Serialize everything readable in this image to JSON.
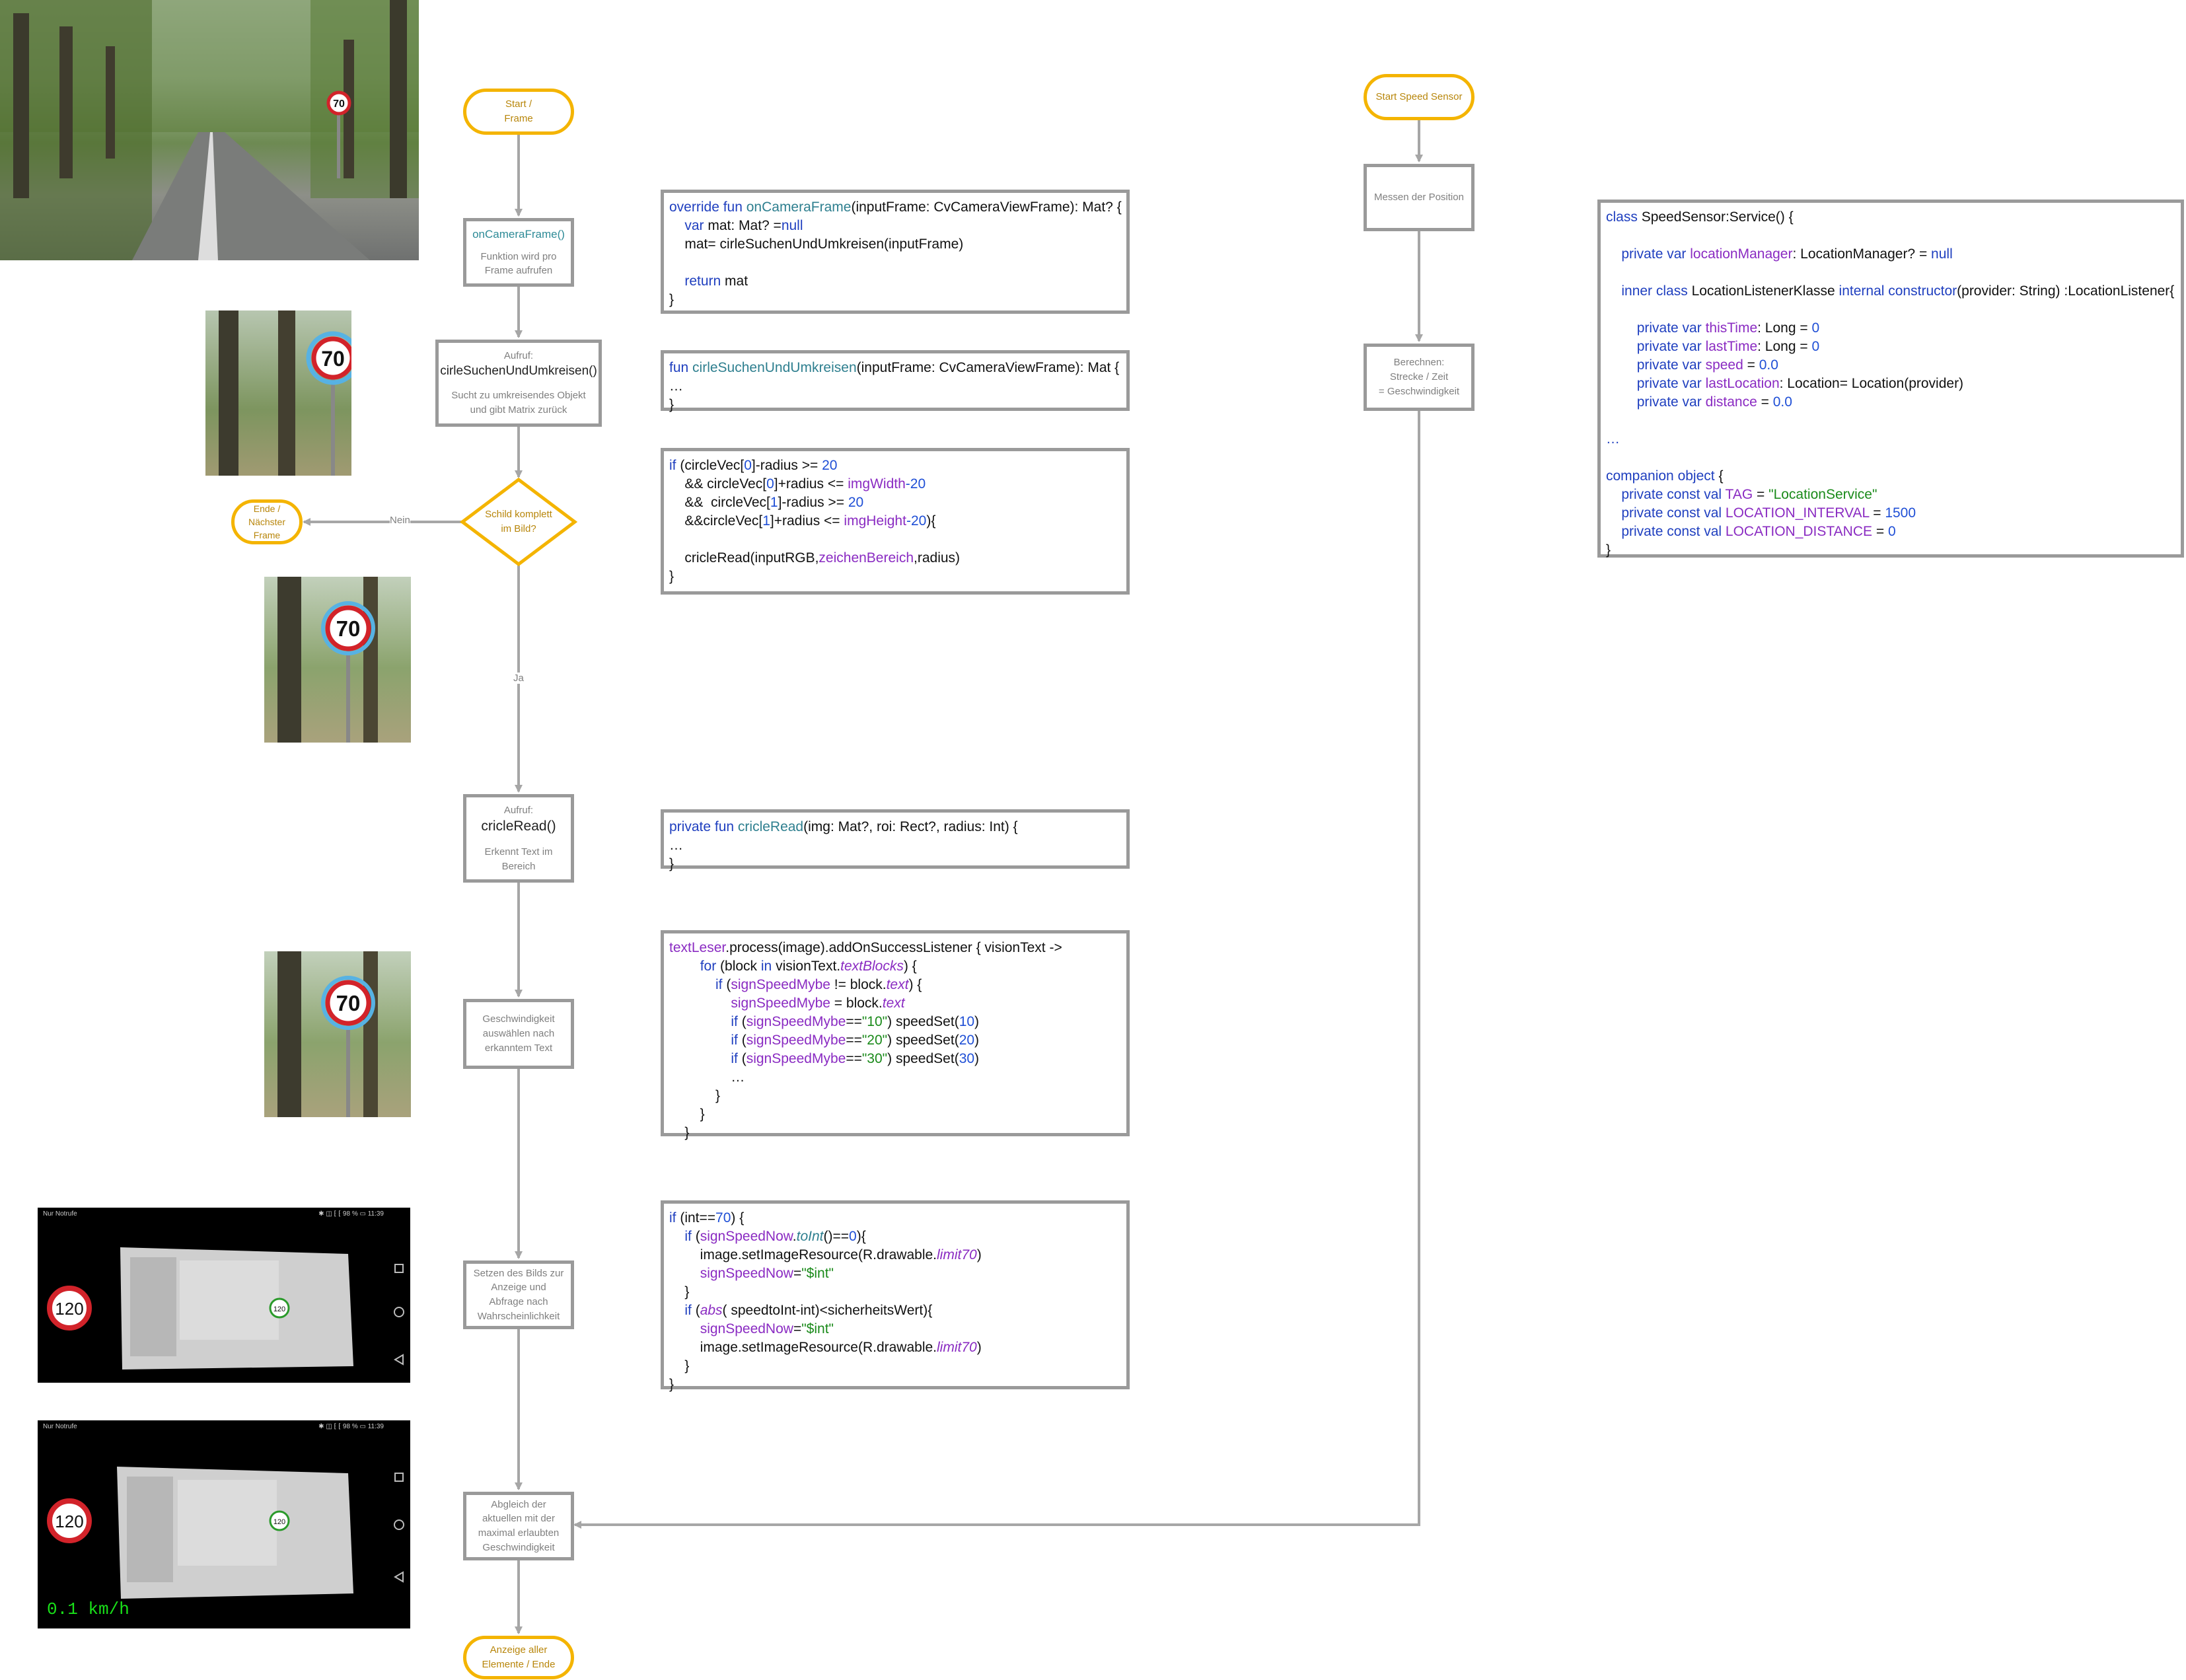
{
  "nodes": {
    "start_frame": "Start /\nFrame",
    "on_camera_frame_title": "onCameraFrame()",
    "on_camera_frame_desc": "Funktion wird pro\nFrame aufrufen",
    "circle_call_label": "Aufruf:",
    "circle_call_fn": "cirleSuchenUndUmkreisen()",
    "circle_call_desc": "Sucht zu umkreisendes Objekt\nund gibt Matrix zurück",
    "decision": "Schild komplett\nim Bild?",
    "end_next": "Ende / Nächster\nFrame",
    "read_call_label": "Aufruf:",
    "read_call_fn": "cricleRead()",
    "read_call_desc": "Erkennt Text im\nBereich",
    "select_speed": "Geschwindigkeit\nauswählen nach\nerkanntem Text",
    "set_image": "Setzen des Bilds zur\nAnzeige und\nAbfrage nach\nWahrscheinlichkeit",
    "compare": "Abgleich der\naktuellen mit der\nmaximal erlaubten\nGeschwindigkeit",
    "display_end": "Anzeige aller\nElemente / Ende",
    "start_speed_sensor": "Start Speed Sensor",
    "measure_position": "Messen der Position",
    "compute_speed": "Berechnen:\nStrecke / Zeit\n= Geschwindigkeit"
  },
  "edge_labels": {
    "no": "Nein",
    "yes": "Ja"
  },
  "code_blocks": {
    "on_camera_frame": [
      [
        [
          "k",
          "override fun "
        ],
        [
          "f",
          "onCameraFrame"
        ],
        [
          "t",
          "(inputFrame: CvCameraViewFrame): Mat? {"
        ]
      ],
      [
        [
          "t",
          "    "
        ],
        [
          "k",
          "var "
        ],
        [
          "t",
          "mat: Mat? ="
        ],
        [
          "k",
          "null"
        ]
      ],
      [
        [
          "t",
          "    mat= cirleSuchenUndUmkreisen(inputFrame)"
        ]
      ],
      [
        [
          "t",
          ""
        ]
      ],
      [
        [
          "t",
          "    "
        ],
        [
          "k",
          "return "
        ],
        [
          "t",
          "mat"
        ]
      ],
      [
        [
          "t",
          "}"
        ]
      ]
    ],
    "circle_search": [
      [
        [
          "k",
          "fun "
        ],
        [
          "f",
          "cirleSuchenUndUmkreisen"
        ],
        [
          "t",
          "(inputFrame: CvCameraViewFrame): Mat {"
        ]
      ],
      [
        [
          "t",
          "…"
        ]
      ],
      [
        [
          "t",
          "}"
        ]
      ]
    ],
    "circle_check": [
      [
        [
          "k",
          "if "
        ],
        [
          "t",
          "(circleVec["
        ],
        [
          "n",
          "0"
        ],
        [
          "t",
          "]-radius >= "
        ],
        [
          "n",
          "20"
        ]
      ],
      [
        [
          "t",
          "    && circleVec["
        ],
        [
          "n",
          "0"
        ],
        [
          "t",
          "]+radius <= "
        ],
        [
          "v",
          "imgWidth"
        ],
        [
          "n",
          "-20"
        ]
      ],
      [
        [
          "t",
          "    &&  circleVec["
        ],
        [
          "n",
          "1"
        ],
        [
          "t",
          "]-radius >= "
        ],
        [
          "n",
          "20"
        ]
      ],
      [
        [
          "t",
          "    &&circleVec["
        ],
        [
          "n",
          "1"
        ],
        [
          "t",
          "]+radius <= "
        ],
        [
          "v",
          "imgHeight"
        ],
        [
          "n",
          "-20"
        ],
        [
          "t",
          ")"
        ],
        [
          "t",
          "{"
        ]
      ],
      [
        [
          "t",
          ""
        ]
      ],
      [
        [
          "t",
          "    cricleRead(inputRGB,"
        ],
        [
          "v",
          "zeichenBereich"
        ],
        [
          "t",
          ",radius)"
        ]
      ],
      [
        [
          "t",
          "}"
        ]
      ]
    ],
    "circle_read": [
      [
        [
          "k",
          "private fun "
        ],
        [
          "f",
          "cricleRead"
        ],
        [
          "t",
          "(img: Mat?, roi: Rect?, radius: Int) {"
        ]
      ],
      [
        [
          "t",
          "…"
        ]
      ],
      [
        [
          "t",
          "}"
        ]
      ]
    ],
    "text_reader": [
      [
        [
          "v",
          "textLeser"
        ],
        [
          "t",
          ".process(image).addOnSuccessListener { visionText ->"
        ]
      ],
      [
        [
          "t",
          "        "
        ],
        [
          "k",
          "for "
        ],
        [
          "t",
          "(block "
        ],
        [
          "k",
          "in "
        ],
        [
          "t",
          "visionText."
        ],
        [
          "vi",
          "textBlocks"
        ],
        [
          "t",
          ") {"
        ]
      ],
      [
        [
          "t",
          "            "
        ],
        [
          "k",
          "if "
        ],
        [
          "t",
          "("
        ],
        [
          "v",
          "signSpeedMybe "
        ],
        [
          "t",
          "!= block."
        ],
        [
          "vi",
          "text"
        ],
        [
          "t",
          ") {"
        ]
      ],
      [
        [
          "t",
          "                "
        ],
        [
          "v",
          "signSpeedMybe "
        ],
        [
          "t",
          "= block."
        ],
        [
          "vi",
          "text"
        ]
      ],
      [
        [
          "t",
          "                "
        ],
        [
          "k",
          "if "
        ],
        [
          "t",
          "("
        ],
        [
          "v",
          "signSpeedMybe"
        ],
        [
          "t",
          "=="
        ],
        [
          "s",
          "\"10\""
        ],
        [
          "t",
          ") speedSet("
        ],
        [
          "n",
          "10"
        ],
        [
          "t",
          ")"
        ]
      ],
      [
        [
          "t",
          "                "
        ],
        [
          "k",
          "if "
        ],
        [
          "t",
          "("
        ],
        [
          "v",
          "signSpeedMybe"
        ],
        [
          "t",
          "=="
        ],
        [
          "s",
          "\"20\""
        ],
        [
          "t",
          ") speedSet("
        ],
        [
          "n",
          "20"
        ],
        [
          "t",
          ")"
        ]
      ],
      [
        [
          "t",
          "                "
        ],
        [
          "k",
          "if "
        ],
        [
          "t",
          "("
        ],
        [
          "v",
          "signSpeedMybe"
        ],
        [
          "t",
          "=="
        ],
        [
          "s",
          "\"30\""
        ],
        [
          "t",
          ") speedSet("
        ],
        [
          "n",
          "30"
        ],
        [
          "t",
          ")"
        ]
      ],
      [
        [
          "t",
          "                …"
        ]
      ],
      [
        [
          "t",
          "            }"
        ]
      ],
      [
        [
          "t",
          "        }"
        ]
      ],
      [
        [
          "t",
          "    }"
        ]
      ]
    ],
    "set_image": [
      [
        [
          "k",
          "if "
        ],
        [
          "t",
          "(int=="
        ],
        [
          "n",
          "70"
        ],
        [
          "t",
          ") {"
        ]
      ],
      [
        [
          "t",
          "    "
        ],
        [
          "k",
          "if "
        ],
        [
          "t",
          "("
        ],
        [
          "v",
          "signSpeedNow"
        ],
        [
          "t",
          "."
        ],
        [
          "fi",
          "toInt"
        ],
        [
          "t",
          "()=="
        ],
        [
          "n",
          "0"
        ],
        [
          "t",
          "){"
        ]
      ],
      [
        [
          "t",
          "        image.setImageResource(R.drawable."
        ],
        [
          "vi",
          "limit70"
        ],
        [
          "t",
          ")"
        ]
      ],
      [
        [
          "t",
          "        "
        ],
        [
          "v",
          "signSpeedNow"
        ],
        [
          "t",
          "="
        ],
        [
          "s",
          "\"$int\""
        ]
      ],
      [
        [
          "t",
          "    }"
        ]
      ],
      [
        [
          "t",
          "    "
        ],
        [
          "k",
          "if "
        ],
        [
          "t",
          "("
        ],
        [
          "vi",
          "abs"
        ],
        [
          "t",
          "( speedtoInt-int)<sicherheitsWert){"
        ]
      ],
      [
        [
          "t",
          "        "
        ],
        [
          "v",
          "signSpeedNow"
        ],
        [
          "t",
          "="
        ],
        [
          "s",
          "\"$int\""
        ]
      ],
      [
        [
          "t",
          "        image.setImageResource(R.drawable."
        ],
        [
          "vi",
          "limit70"
        ],
        [
          "t",
          ")"
        ]
      ],
      [
        [
          "t",
          "    }"
        ]
      ],
      [
        [
          "t",
          "}"
        ]
      ]
    ],
    "speed_sensor": [
      [
        [
          "k",
          "class "
        ],
        [
          "t",
          "SpeedSensor:Service() {"
        ]
      ],
      [
        [
          "t",
          ""
        ]
      ],
      [
        [
          "t",
          "    "
        ],
        [
          "k",
          "private var "
        ],
        [
          "v",
          "locationManager"
        ],
        [
          "t",
          ": LocationManager? = "
        ],
        [
          "k",
          "null"
        ]
      ],
      [
        [
          "t",
          ""
        ]
      ],
      [
        [
          "t",
          "    "
        ],
        [
          "k",
          "inner class "
        ],
        [
          "t",
          "LocationListenerKlasse "
        ],
        [
          "k",
          "internal constructor"
        ],
        [
          "t",
          "(provider: String) :LocationListener{"
        ]
      ],
      [
        [
          "t",
          ""
        ]
      ],
      [
        [
          "t",
          "        "
        ],
        [
          "k",
          "private var "
        ],
        [
          "v",
          "thisTime"
        ],
        [
          "t",
          ": Long = "
        ],
        [
          "n",
          "0"
        ]
      ],
      [
        [
          "t",
          "        "
        ],
        [
          "k",
          "private var "
        ],
        [
          "v",
          "lastTime"
        ],
        [
          "t",
          ": Long = "
        ],
        [
          "n",
          "0"
        ]
      ],
      [
        [
          "t",
          "        "
        ],
        [
          "k",
          "private var "
        ],
        [
          "v",
          "speed "
        ],
        [
          "t",
          "= "
        ],
        [
          "n",
          "0.0"
        ]
      ],
      [
        [
          "t",
          "        "
        ],
        [
          "k",
          "private var "
        ],
        [
          "v",
          "lastLocation"
        ],
        [
          "t",
          ": Location= Location(provider)"
        ]
      ],
      [
        [
          "t",
          "        "
        ],
        [
          "k",
          "private var "
        ],
        [
          "v",
          "distance "
        ],
        [
          "t",
          "= "
        ],
        [
          "n",
          "0.0"
        ]
      ],
      [
        [
          "t",
          ""
        ]
      ],
      [
        [
          "k",
          "…"
        ]
      ],
      [
        [
          "t",
          ""
        ]
      ],
      [
        [
          "k",
          "companion object "
        ],
        [
          "t",
          "{"
        ]
      ],
      [
        [
          "t",
          "    "
        ],
        [
          "k",
          "private const val "
        ],
        [
          "v",
          "TAG "
        ],
        [
          "t",
          "= "
        ],
        [
          "s",
          "\"LocationService\""
        ]
      ],
      [
        [
          "t",
          "    "
        ],
        [
          "k",
          "private const val "
        ],
        [
          "v",
          "LOCATION_INTERVAL "
        ],
        [
          "t",
          "= "
        ],
        [
          "n",
          "1500"
        ]
      ],
      [
        [
          "t",
          "    "
        ],
        [
          "k",
          "private const val "
        ],
        [
          "v",
          "LOCATION_DISTANCE "
        ],
        [
          "t",
          "= "
        ],
        [
          "n",
          "0"
        ]
      ],
      [
        [
          "t",
          "}"
        ]
      ]
    ]
  },
  "photos": {
    "sign_value": "70",
    "phone_sign_value": "120",
    "phone_status_left": "Nur Notrufe",
    "phone_status_right": "✱ ◫ ⁅ ⁅ 98 % ▭ 11:39",
    "speed_readout": "0.1  km/h"
  },
  "colors": {
    "process_border": "#9a9a9a",
    "terminal_border": "#f4b400",
    "terminal_text": "#b8860b",
    "connector": "#a6a6a6",
    "keyword": "#1f3fbf",
    "function": "#2e7f8f",
    "variable": "#8a2bc2",
    "number": "#1f4fd6",
    "string": "#1a8a1a"
  }
}
